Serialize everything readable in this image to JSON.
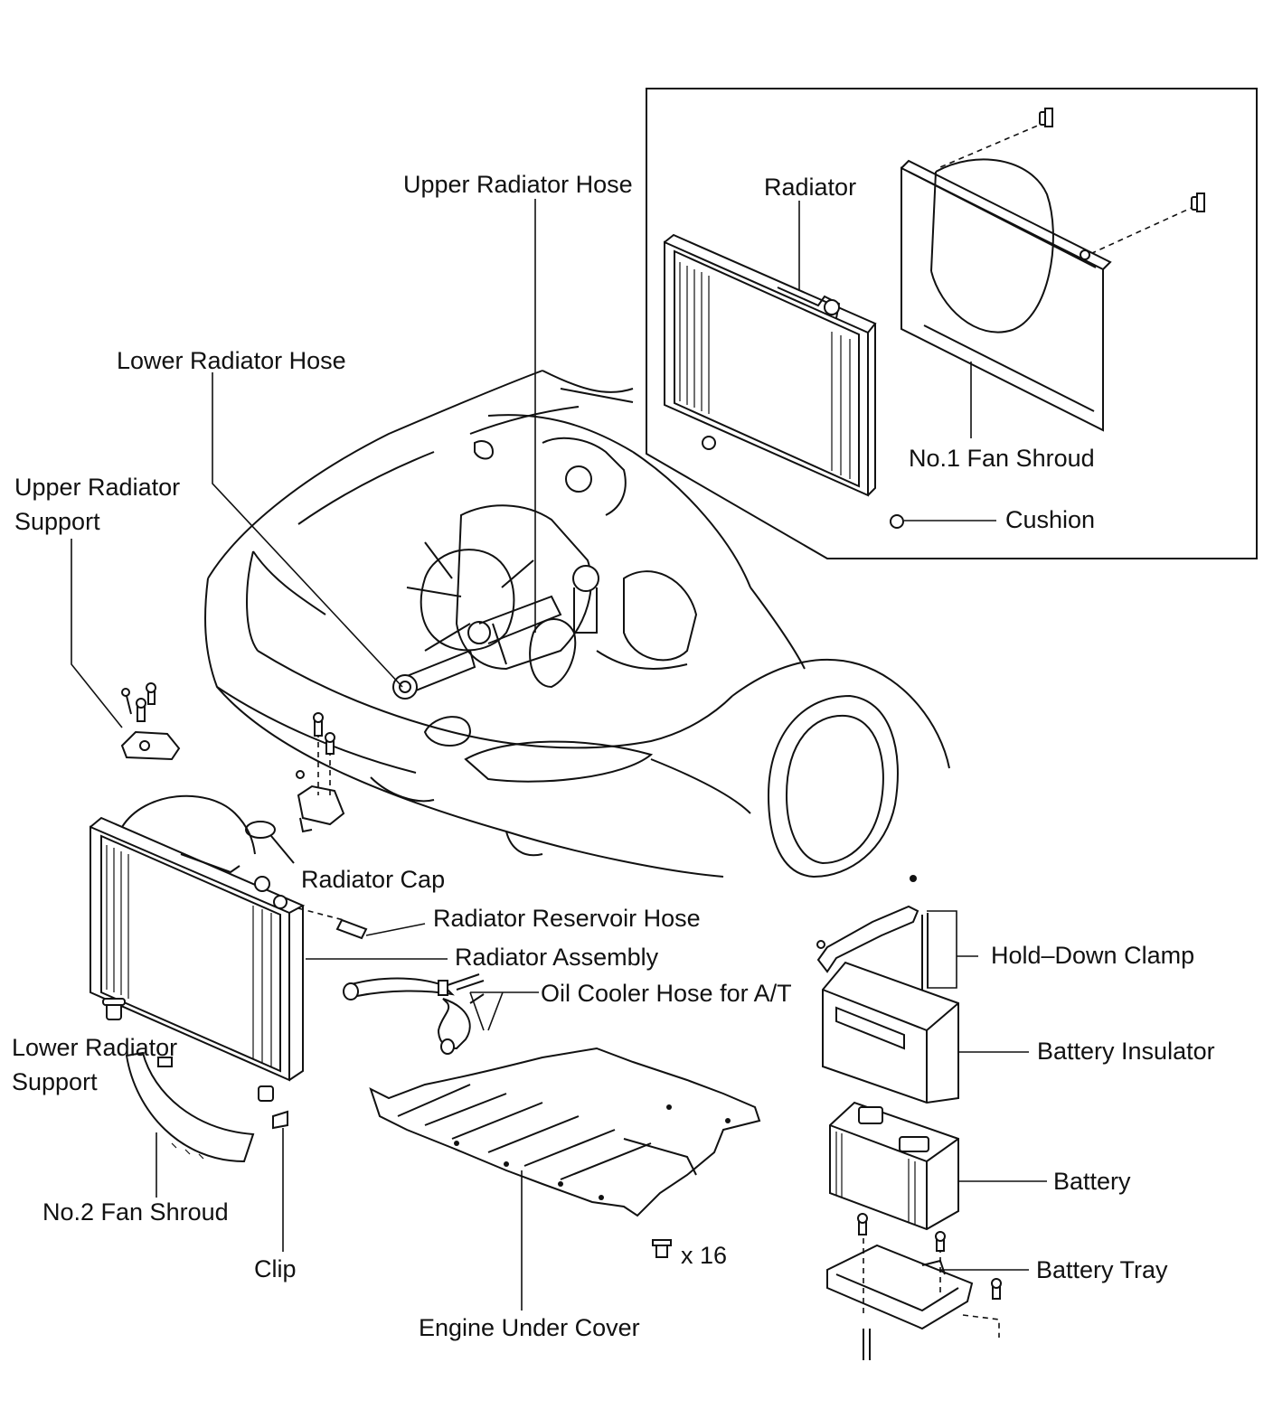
{
  "labels": {
    "upper_radiator_hose": "Upper Radiator Hose",
    "radiator": "Radiator",
    "lower_radiator_hose": "Lower Radiator Hose",
    "upper_radiator_support_line1": "Upper Radiator",
    "upper_radiator_support_line2": "Support",
    "no1_fan_shroud": "No.1 Fan Shroud",
    "cushion": "Cushion",
    "radiator_cap": "Radiator Cap",
    "radiator_reservoir_hose": "Radiator Reservoir Hose",
    "radiator_assembly": "Radiator Assembly",
    "hold_down_clamp": "Hold–Down Clamp",
    "oil_cooler_hose": "Oil Cooler Hose for A/T",
    "lower_radiator_support_line1": "Lower Radiator",
    "lower_radiator_support_line2": "Support",
    "battery_insulator": "Battery Insulator",
    "battery": "Battery",
    "no2_fan_shroud": "No.2 Fan Shroud",
    "screw_count": "x 16",
    "battery_tray": "Battery Tray",
    "clip": "Clip",
    "engine_under_cover": "Engine Under Cover"
  }
}
